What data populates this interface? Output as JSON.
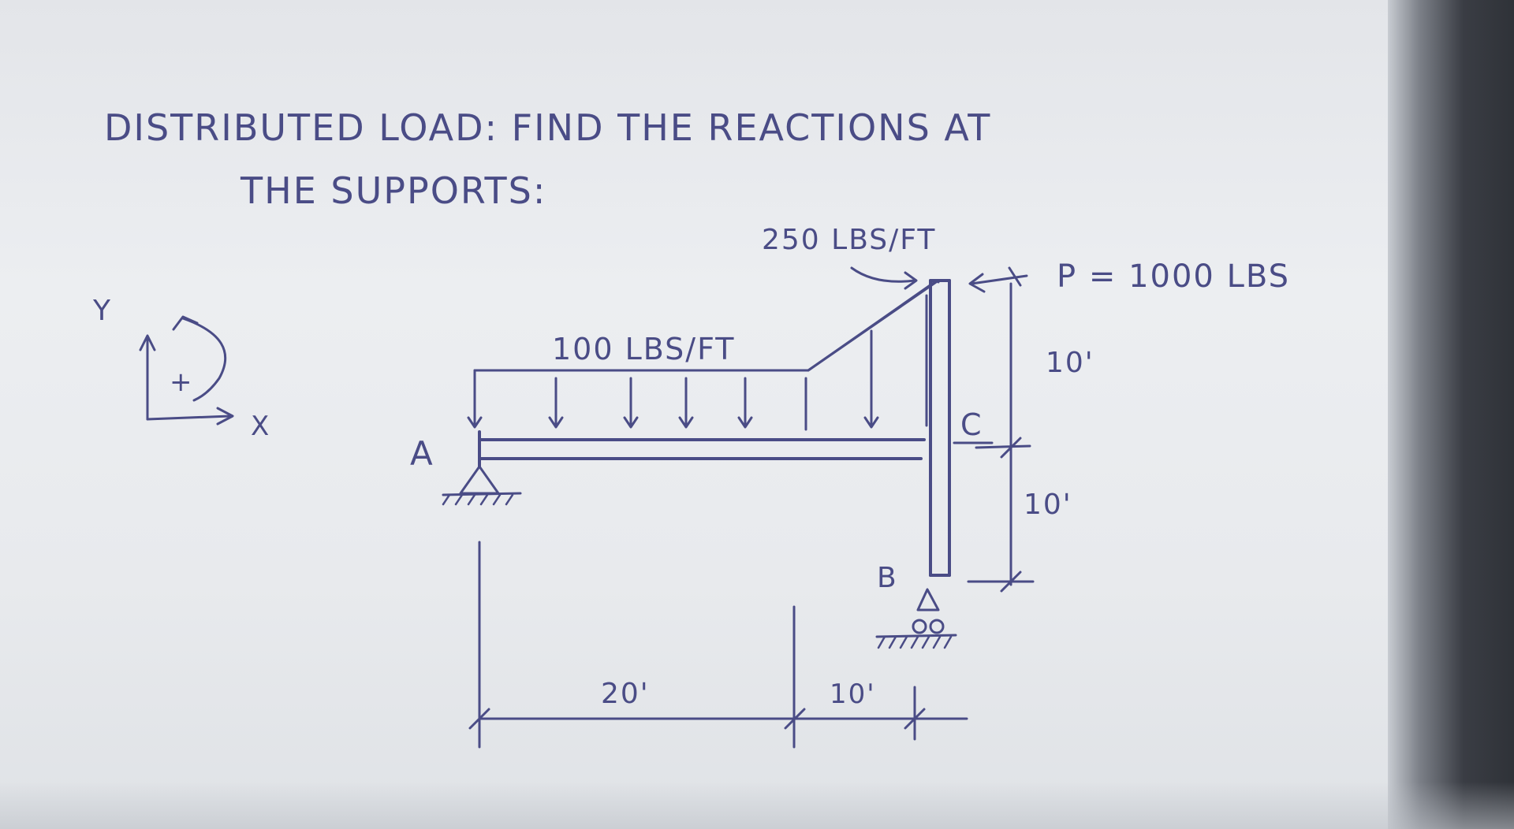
{
  "title": {
    "line1": "DISTRIBUTED LOAD:  FIND THE REACTIONS AT",
    "line2": "THE SUPPORTS:"
  },
  "axes": {
    "y_label": "Y",
    "x_label": "X",
    "sign": "+"
  },
  "loads": {
    "uniform_label": "100 LBS/FT",
    "peak_label": "250 LBS/FT",
    "point_label": "P = 1000 LBS"
  },
  "points": {
    "a": "A",
    "b": "B",
    "c": "C"
  },
  "dimensions": {
    "horizontal_1": "20'",
    "horizontal_2": "10'",
    "vertical_upper": "10'",
    "vertical_lower": "10'"
  },
  "colors": {
    "ink": "#4a4c86",
    "paper": "#eceef1",
    "bezel": "#2f3238"
  }
}
